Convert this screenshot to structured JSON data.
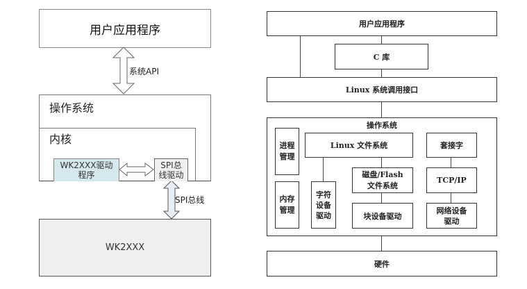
{
  "left_diagram": {
    "user_app": "用户应用程序",
    "system_api_label": "系统API",
    "os_title": "操作系统",
    "kernel_title": "内核",
    "driver_box": [
      "WK2XXX驱动",
      "程序"
    ],
    "spi_driver_box": [
      "SPI总",
      "线驱动"
    ],
    "spi_bus_label": "SPI总线",
    "chip": "WK2XXX",
    "colors": {
      "driver_fill": "#d4e8ee",
      "spi_driver_fill": "#f0f0f0",
      "chip_fill": "#efefef",
      "arrow_fill": "#e8eef6"
    }
  },
  "right_diagram": {
    "user_app": "用户应用程序",
    "c_lib": "C 库",
    "syscall": "Linux 系统调用接口",
    "os_title": "操作系统",
    "process_mgmt": [
      "进程",
      "管理"
    ],
    "memory_mgmt": [
      "内存",
      "管理"
    ],
    "vfs": "Linux 文件系统",
    "char_driver": [
      "字符",
      "设备",
      "驱动"
    ],
    "disk_fs": [
      "磁盘/Flash",
      "文件系统"
    ],
    "block_driver": "块设备驱动",
    "socket": "套接字",
    "tcpip": "TCP/IP",
    "net_driver": [
      "网络设备",
      "驱动"
    ],
    "hardware": "硬件"
  }
}
